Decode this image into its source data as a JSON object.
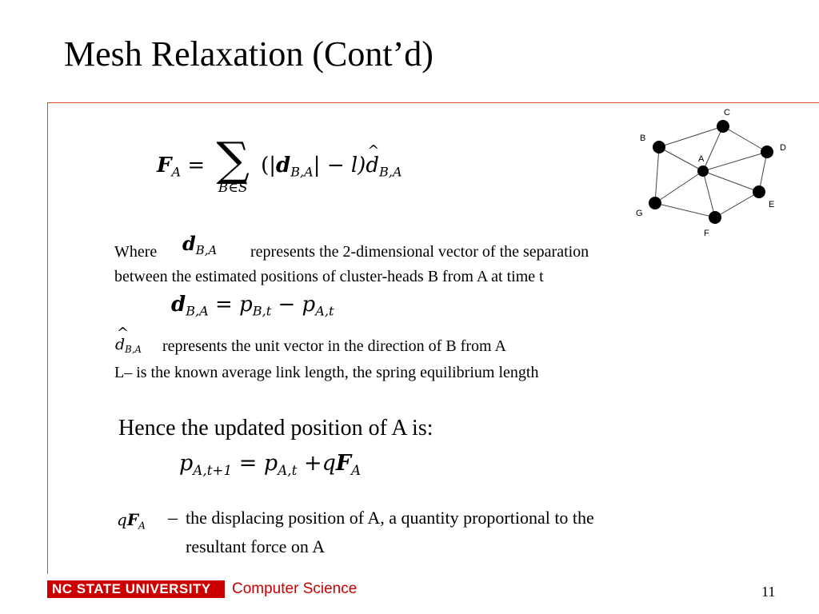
{
  "title": "Mesh Relaxation (Cont’d)",
  "formulas": {
    "force_lhs_var": "F",
    "force_lhs_sub": "A",
    "sum_symbol": "∑",
    "sum_index": "B∈S",
    "force_rhs_open": "(|",
    "force_rhs_d": "d",
    "force_rhs_d_sub": "B,A",
    "force_rhs_mid": "| − l)",
    "force_rhs_dhat": "d",
    "force_rhs_dhat_sub": "B,A",
    "inline_d": "d",
    "inline_d_sub": "B,A",
    "dba_lhs": "d",
    "dba_lhs_sub": "B,A",
    "dba_p1": "p",
    "dba_p1_sub": "B,t",
    "dba_minus": "−",
    "dba_p2": "p",
    "dba_p2_sub": "A,t",
    "dhat": "d",
    "dhat_sub": "B,A",
    "upd_lhs": "p",
    "upd_lhs_sub": "A,t+1",
    "upd_p": "p",
    "upd_p_sub": "A,t",
    "upd_plus": "+",
    "upd_q": "q",
    "upd_F": "F",
    "upd_F_sub": "A",
    "qF_q": "q",
    "qF_F": "F",
    "qF_sub": "A",
    "equals": "="
  },
  "text": {
    "where": "Where",
    "represents_sep": "represents the 2-dimensional vector of the separation",
    "between_line": "between the estimated positions of cluster-heads B from A at time t",
    "unit_vector": "represents the unit vector in the direction of B from A",
    "l_line": "L– is the known average link length, the spring equilibrium length",
    "hence": "Hence the updated position of A is:",
    "dash": "–",
    "displacing_1": "the displacing position of A, a quantity proportional to the",
    "displacing_2": "resultant force on A"
  },
  "graph": {
    "nodes": [
      {
        "id": "A",
        "label": "A"
      },
      {
        "id": "B",
        "label": "B"
      },
      {
        "id": "C",
        "label": "C"
      },
      {
        "id": "D",
        "label": "D"
      },
      {
        "id": "E",
        "label": "E"
      },
      {
        "id": "F",
        "label": "F"
      },
      {
        "id": "G",
        "label": "G"
      }
    ]
  },
  "footer": {
    "university": "NC STATE UNIVERSITY",
    "department": "Computer Science",
    "page_number": "11"
  },
  "colors": {
    "brand_red": "#cc0000",
    "rule_line": "#d94a2a"
  }
}
